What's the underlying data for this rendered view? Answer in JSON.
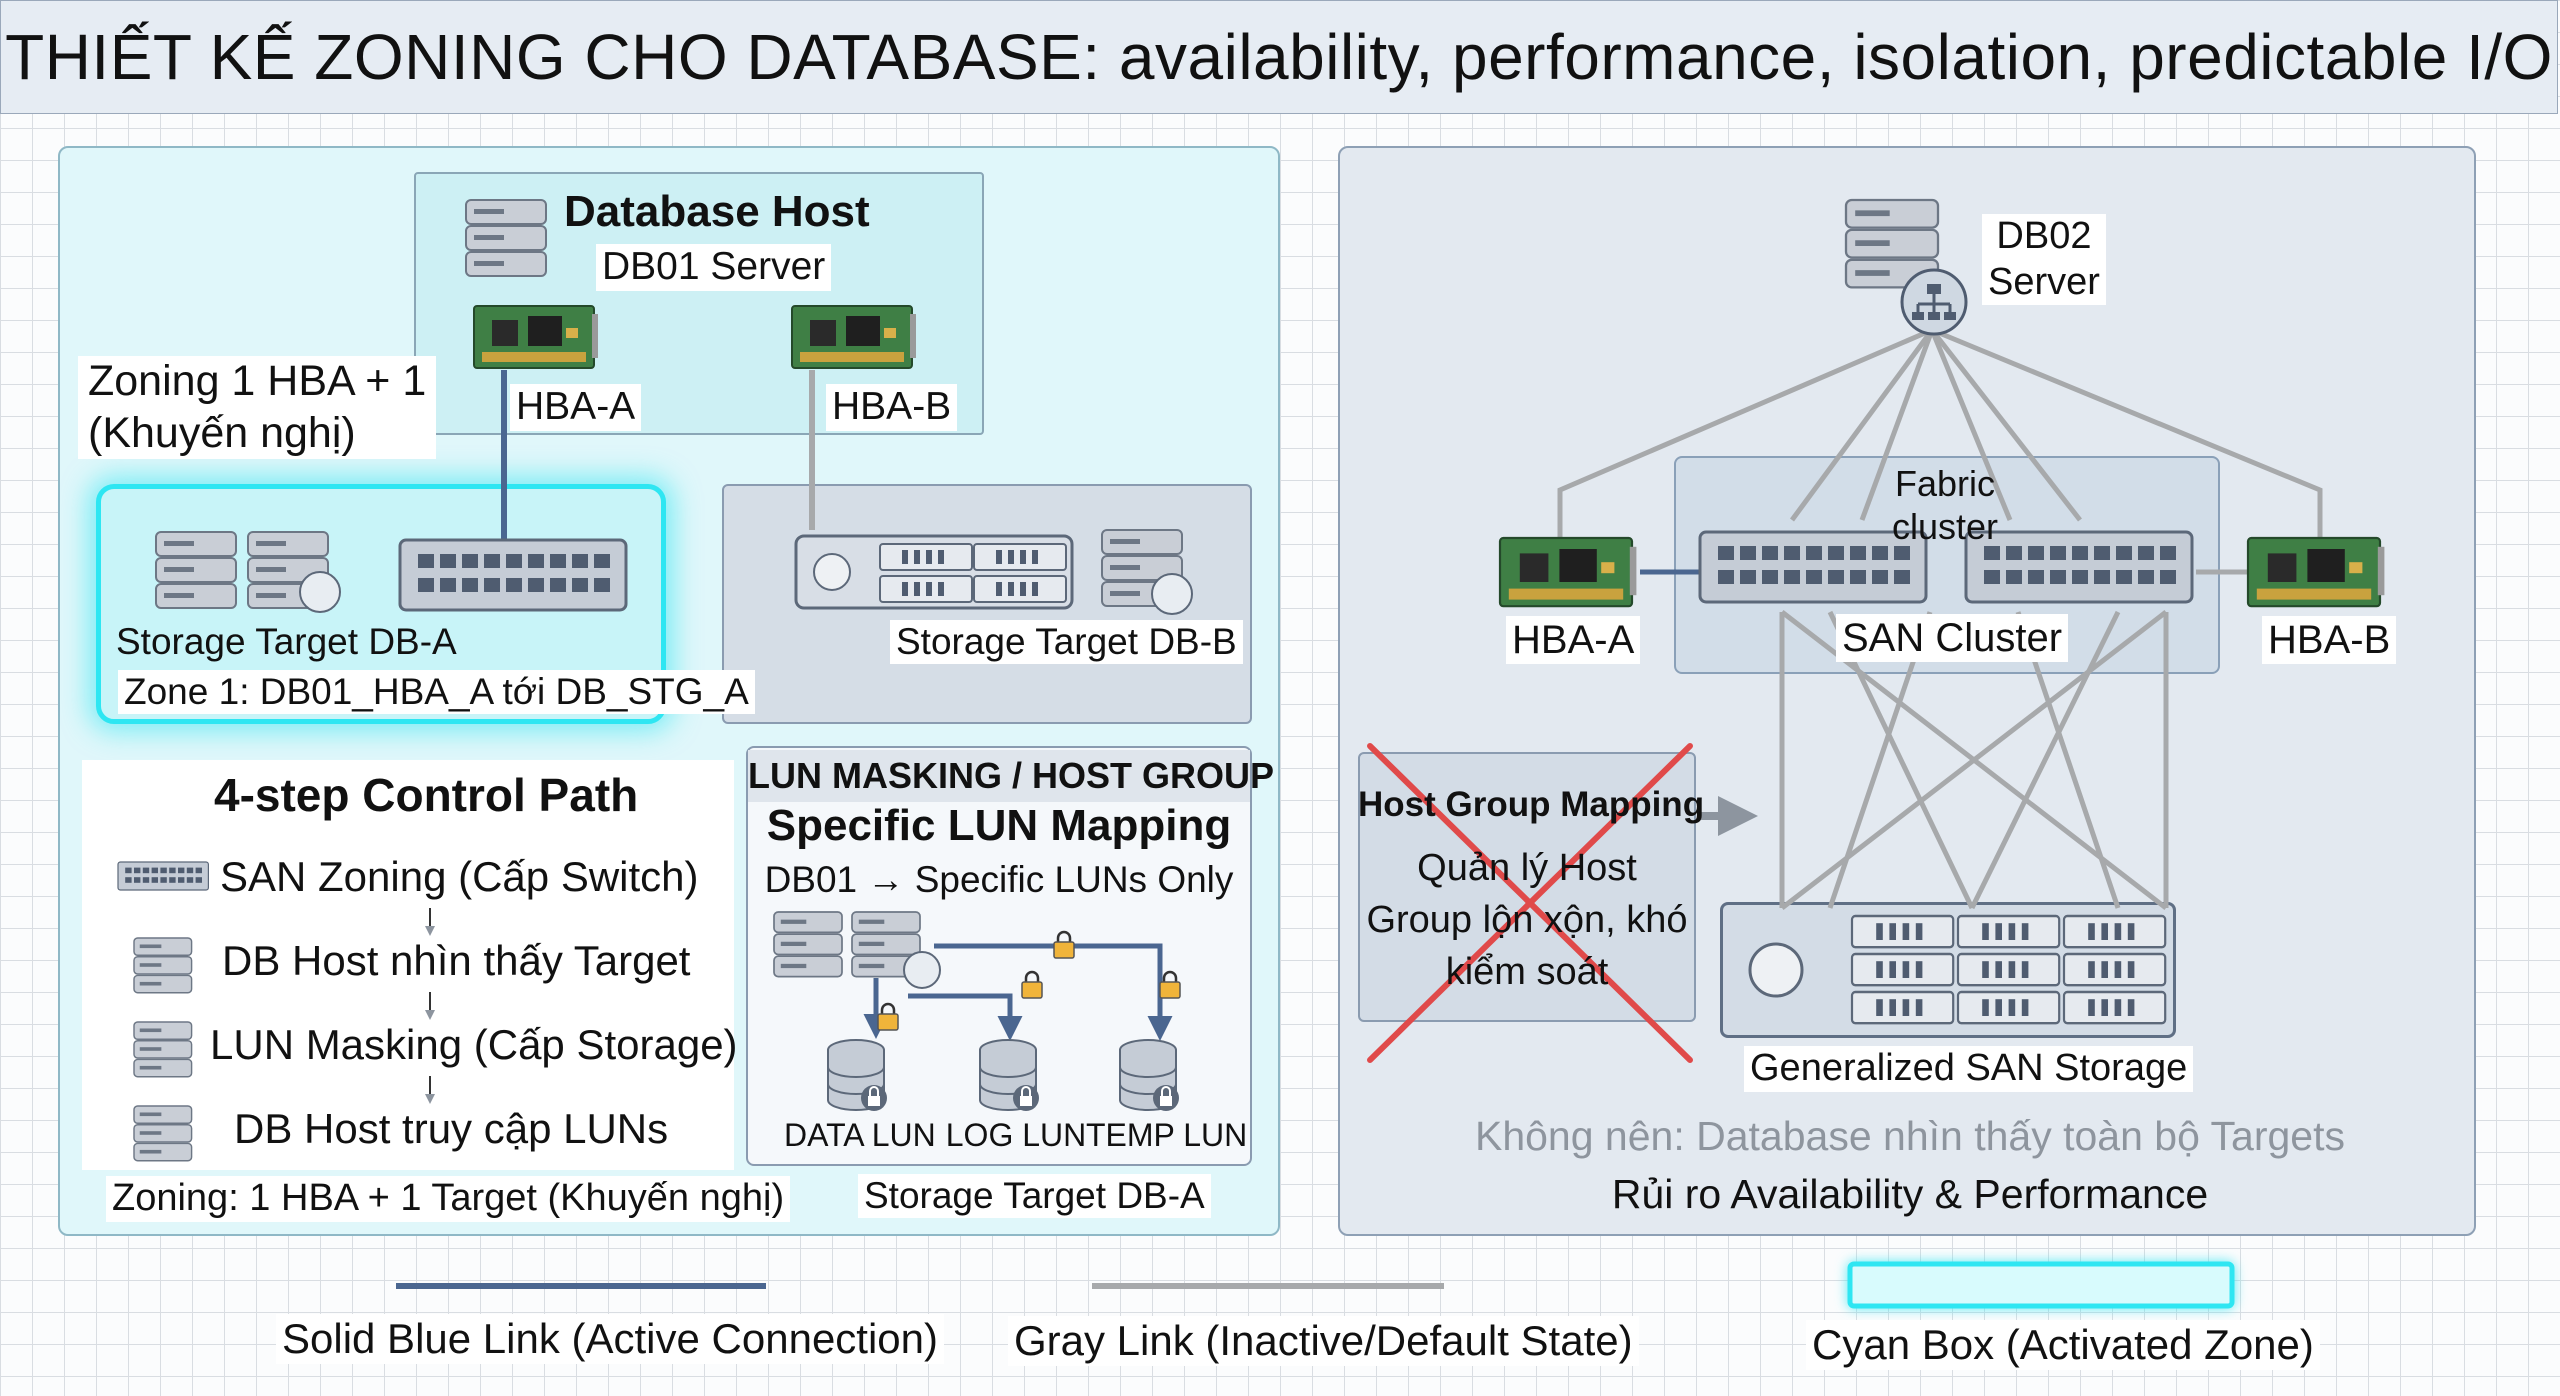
{
  "title": "THIẾT KẾ ZONING CHO DATABASE: availability, performance, isolation, predictable I/O",
  "left": {
    "host": {
      "title": "Database Host",
      "subtitle": "DB01 Server",
      "hba_a": "HBA-A",
      "hba_b": "HBA-B"
    },
    "zoning_note": {
      "line1": "Zoning 1 HBA + 1",
      "line2": "(Khuyến nghị)"
    },
    "zone1": {
      "target_label": "Storage Target DB-A",
      "zone_label": "Zone 1: DB01_HBA_A tới DB_STG_A"
    },
    "target_b": {
      "label": "Storage Target DB-B"
    },
    "control_path": {
      "title": "4-step Control Path",
      "steps": [
        "SAN Zoning (Cấp Switch)",
        "DB Host nhìn thấy Target",
        "LUN Masking (Cấp Storage)",
        "DB Host truy cập LUNs"
      ],
      "footer": "Zoning: 1 HBA + 1 Target (Khuyến nghị)"
    },
    "lun_masking": {
      "header": "LUN MASKING / HOST GROUP",
      "title": "Specific LUN Mapping",
      "subtitle": "DB01 → Specific LUNs Only",
      "luns": [
        "DATA LUN",
        "LOG LUN",
        "TEMP LUN"
      ],
      "footer": "Storage Target DB-A"
    }
  },
  "right": {
    "server": {
      "line1": "DB02",
      "line2": "Server"
    },
    "fabric": {
      "line1": "Fabric",
      "line2": "cluster",
      "cluster_label": "SAN Cluster"
    },
    "hba_a": "HBA-A",
    "hba_b": "HBA-B",
    "host_group": {
      "title": "Host Group Mapping",
      "line1": "Quản lý Host",
      "line2": "Group lộn xộn, khó",
      "line3": "kiểm soát"
    },
    "storage_label": "Generalized SAN Storage",
    "warning": "Không nên: Database nhìn thấy toàn bộ Targets",
    "risk": "Rủi ro Availability & Performance"
  },
  "legend": [
    {
      "label": "Solid Blue Link (Active Connection)",
      "color": "#4a6690"
    },
    {
      "label": "Gray Link (Inactive/Default State)",
      "color": "#a7a9ab"
    },
    {
      "label": "Cyan Box (Activated Zone)",
      "color": "#2ee6f2"
    }
  ],
  "colors": {
    "active": "#4a6690",
    "inactive": "#a7a9ab",
    "cyan": "#2ee6f2",
    "pcb": "#3f7f45",
    "cross": "#e04a4a"
  }
}
